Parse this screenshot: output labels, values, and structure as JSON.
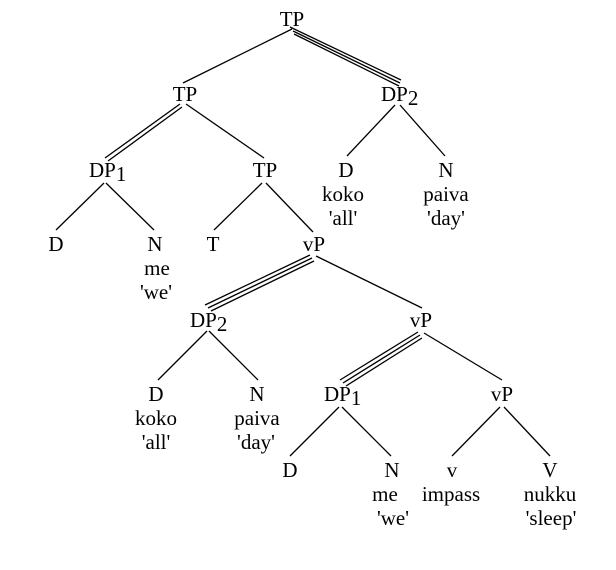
{
  "tree": {
    "root_tp": {
      "label": "TP"
    },
    "tp_left": {
      "label": "TP"
    },
    "dp2_top": {
      "label": "DP",
      "index": "2"
    },
    "dp1_top": {
      "label": "DP",
      "index": "1"
    },
    "tp_inner": {
      "label": "TP"
    },
    "d_koko_top": {
      "label": "D",
      "word": "koko",
      "gloss": "'all'"
    },
    "n_paiva_top": {
      "label": "N",
      "word": "paiva",
      "gloss": "'day'"
    },
    "d_dp1_top": {
      "label": "D"
    },
    "n_me_top": {
      "label": "N",
      "word": "me",
      "gloss": "'we'"
    },
    "t_head": {
      "label": "T"
    },
    "vp_upper": {
      "label": "vP"
    },
    "dp2_lower": {
      "label": "DP",
      "index": "2"
    },
    "vp_mid": {
      "label": "vP"
    },
    "d_koko_lower": {
      "label": "D",
      "word": "koko",
      "gloss": "'all'"
    },
    "n_paiva_lower": {
      "label": "N",
      "word": "paiva",
      "gloss": "'day'"
    },
    "dp1_lower": {
      "label": "DP",
      "index": "1"
    },
    "vp_low": {
      "label": "vP"
    },
    "d_dp1_lower": {
      "label": "D"
    },
    "n_me_lower": {
      "label": "N",
      "word": "me",
      "gloss": "'we'"
    },
    "v_head": {
      "label": "v",
      "word": "impass"
    },
    "v_verb": {
      "label": "V",
      "word": "nukku",
      "gloss": "'sleep'"
    }
  }
}
